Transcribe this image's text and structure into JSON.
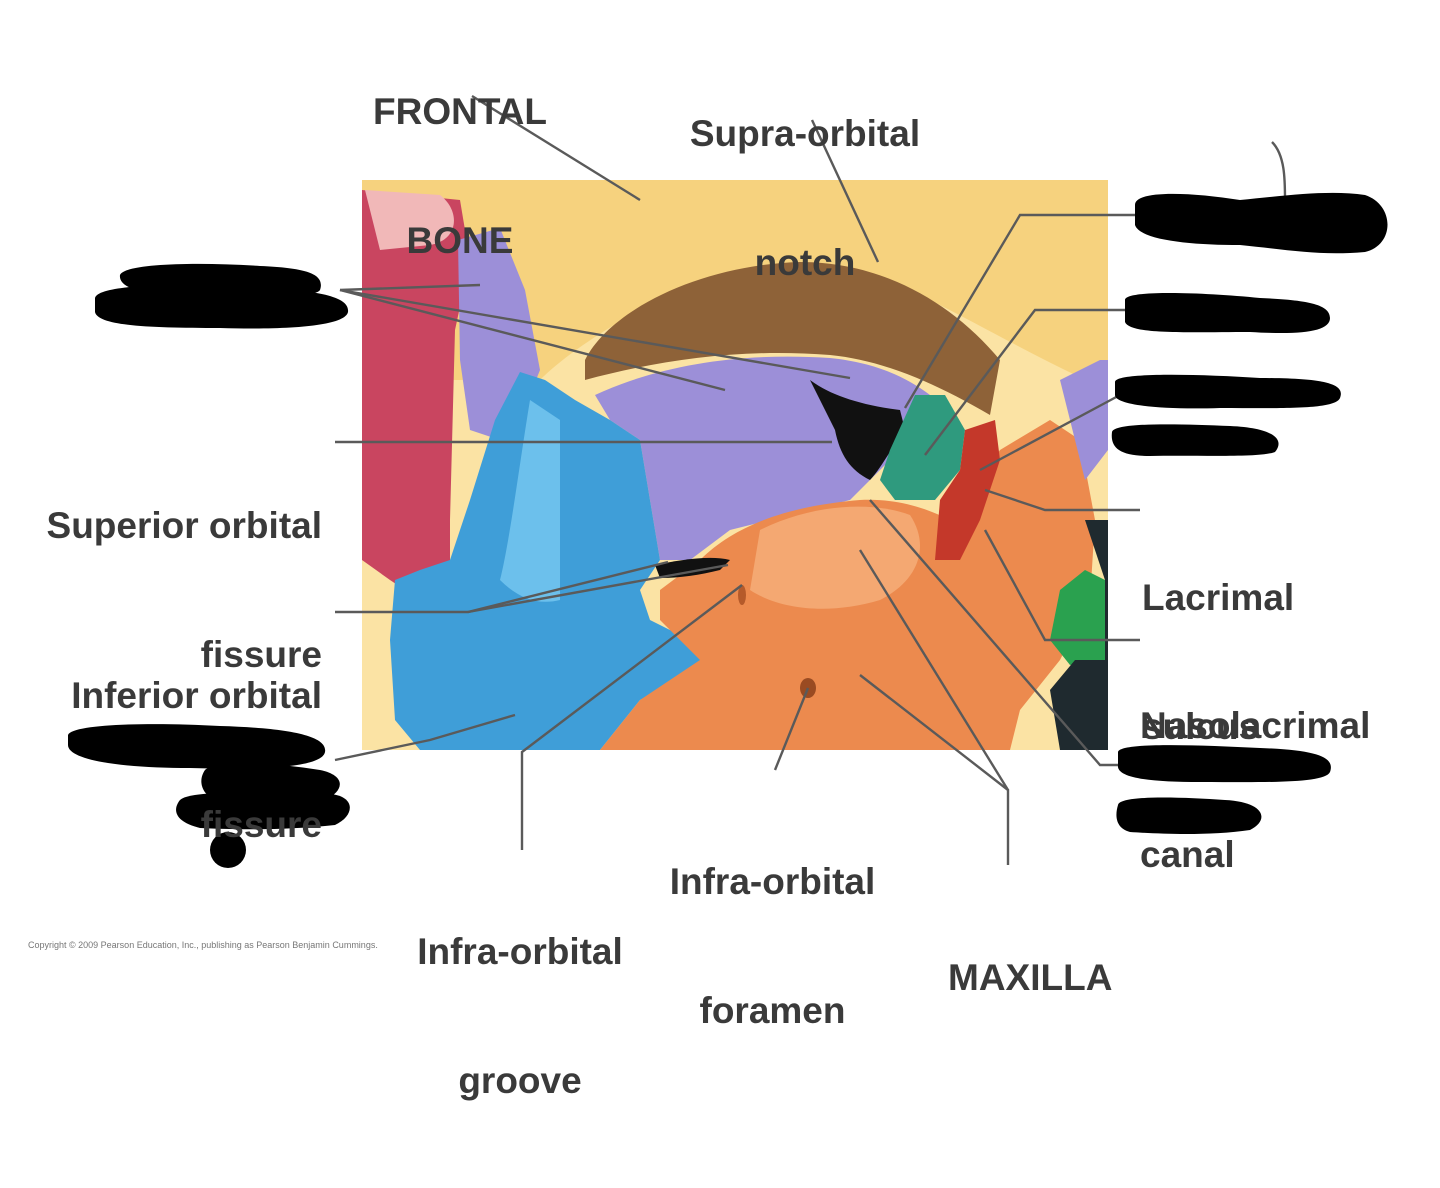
{
  "labels": {
    "frontal_bone": [
      "FRONTAL",
      "BONE"
    ],
    "supra_orbital_notch": [
      "Supra-orbital",
      "notch"
    ],
    "superior_orbital_fissure": [
      "Superior orbital",
      "fissure"
    ],
    "inferior_orbital_fissure": [
      "Inferior orbital",
      "fissure"
    ],
    "lacrimal_sulcus": [
      "Lacrimal",
      "sulcus"
    ],
    "nasolacrimal_canal": [
      "Nasolacrimal",
      "canal"
    ],
    "infra_orbital_foramen": [
      "Infra-orbital",
      "foramen"
    ],
    "infra_orbital_groove": [
      "Infra-orbital",
      "groove"
    ],
    "maxilla": "MAXILLA"
  },
  "copyright": "Copyright © 2009 Pearson Education, Inc., publishing as Pearson Benjamin Cummings.",
  "colors": {
    "frontal": "#f6d27e",
    "orbital_roof": "#8e6238",
    "sphenoid": "#9c8fd8",
    "zygomatic": "#3f9ed8",
    "maxilla": "#ec8a4e",
    "ethmoid": "#2f9a7e",
    "lacrimal": "#c4382a",
    "nasal": "#2aa14f",
    "temporal": "#c94560",
    "redaction": "#000000",
    "leader": "#5a5a5a",
    "label_text": "#3a3a3a"
  }
}
